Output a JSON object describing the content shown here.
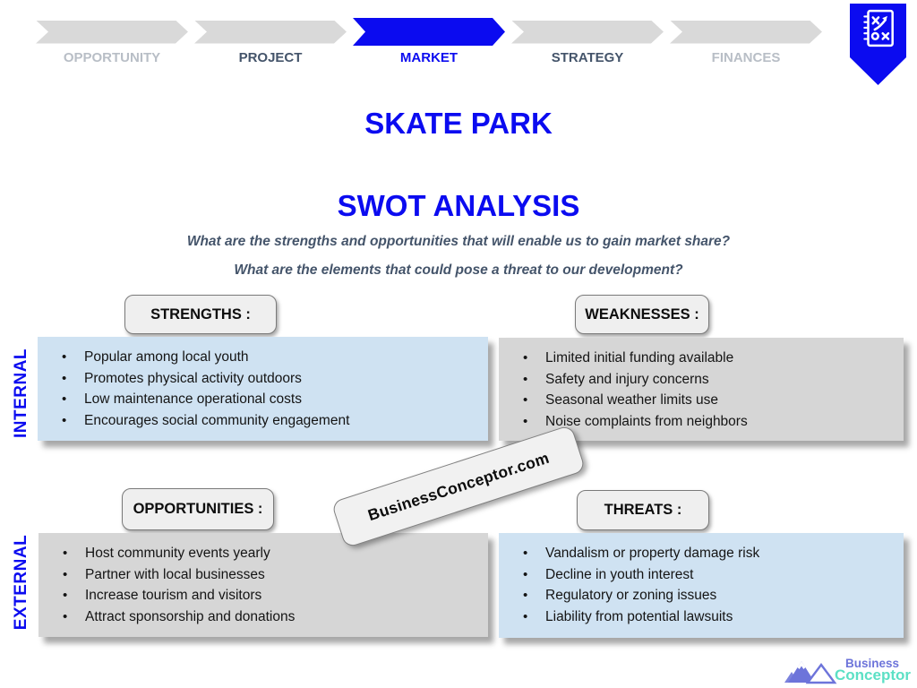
{
  "nav": {
    "steps": [
      {
        "label": "OPPORTUNITY",
        "tone": "muted"
      },
      {
        "label": "PROJECT",
        "tone": "strong"
      },
      {
        "label": "MARKET",
        "tone": "active"
      },
      {
        "label": "STRATEGY",
        "tone": "strong"
      },
      {
        "label": "FINANCES",
        "tone": "muted"
      }
    ]
  },
  "icons": {
    "badge": "tactics-board-icon",
    "brand": "mountain-logo-icon"
  },
  "titles": {
    "project": "SKATE PARK",
    "slide": "SWOT ANALYSIS"
  },
  "questions": [
    "What are the strengths and opportunities that will enable us to gain market share?",
    "What are the elements that could pose a threat to our development?"
  ],
  "axis": {
    "internal": "INTERNAL",
    "external": "EXTERNAL"
  },
  "quadrants": {
    "strengths": {
      "label": "STRENGTHS :",
      "items": [
        "Popular among local youth",
        "Promotes physical activity outdoors",
        "Low maintenance operational costs",
        "Encourages social community engagement"
      ]
    },
    "weaknesses": {
      "label": "WEAKNESSES :",
      "items": [
        "Limited initial funding available",
        "Safety and injury concerns",
        "Seasonal weather limits use",
        "Noise complaints from neighbors"
      ]
    },
    "opportunities": {
      "label": "OPPORTUNITIES :",
      "items": [
        "Host community events yearly",
        "Partner with local businesses",
        "Increase tourism and visitors",
        "Attract sponsorship and donations"
      ]
    },
    "threats": {
      "label": "THREATS :",
      "items": [
        "Vandalism or property damage risk",
        "Decline in youth interest",
        "Regulatory or zoning issues",
        "Liability from potential lawsuits"
      ]
    }
  },
  "watermark": "BusinessConceptor.com",
  "logo": {
    "line1": "Business",
    "line2": "Conceptor"
  },
  "colors": {
    "accent_blue": "#0b0bf0",
    "box_blue": "#cfe2f2",
    "box_gray": "#d6d6d6",
    "pill_bg": "#efefef",
    "step_gray": "#d9d9d9",
    "question_gray": "#44546a",
    "label_muted": "#b8bec6",
    "logo_purple": "#6d74da",
    "logo_teal": "#5ce0c5"
  }
}
